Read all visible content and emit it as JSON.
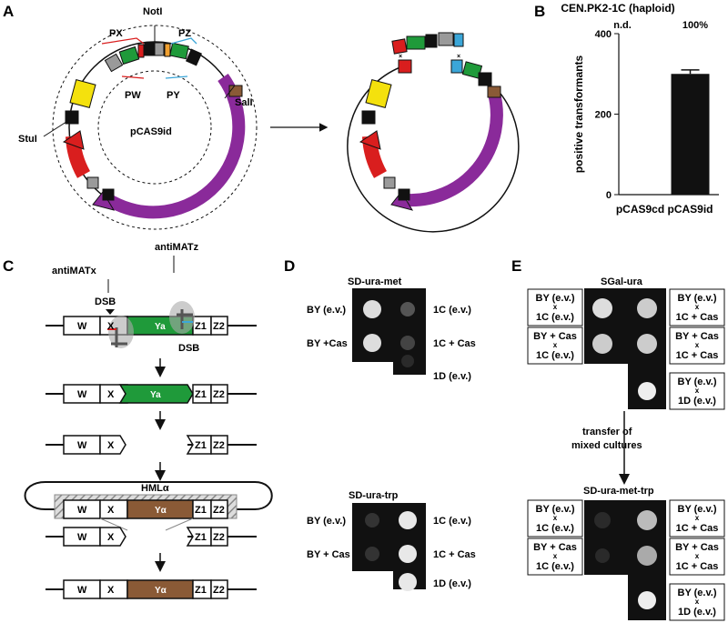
{
  "panels": {
    "A": {
      "letter": "A",
      "labels": {
        "notl": "NotI",
        "px": "PX",
        "pz": "PZ",
        "pw": "PW",
        "py": "PY",
        "sall": "SalI",
        "stul": "StuI",
        "plasmid": "pCAS9id"
      }
    },
    "B": {
      "letter": "B",
      "title": "CEN.PK2-1C (haploid)",
      "annot_left": "n.d.",
      "annot_right": "100%"
    },
    "C": {
      "letter": "C",
      "anti_x": "antiMATx",
      "anti_z": "antiMATz",
      "dsb1": "DSB",
      "dsb2": "DSB",
      "hml": "HMLα",
      "w": "W",
      "x": "X",
      "z1": "Z1",
      "z2": "Z2",
      "ya": "Ya",
      "yalpha": "Yα"
    },
    "D": {
      "letter": "D",
      "top_title": "SD-ura-met",
      "top_left": [
        "BY (e.v.)",
        "BY +Cas"
      ],
      "top_right": [
        "1C (e.v.)",
        "1C + Cas",
        "1D (e.v.)"
      ],
      "bottom_title": "SD-ura-trp",
      "bottom_left": [
        "BY (e.v.)",
        "BY + Cas"
      ],
      "bottom_right": [
        "1C (e.v.)",
        "1C + Cas",
        "1D (e.v.)"
      ]
    },
    "E": {
      "letter": "E",
      "top_title": "SGal-ura",
      "bottom_title": "SD-ura-met-trp",
      "transfer": [
        "transfer of",
        "mixed cultures"
      ],
      "cross_x": "x",
      "left_boxes": [
        [
          "BY (e.v.)",
          "1C (e.v.)"
        ],
        [
          "BY + Cas",
          "1C (e.v.)"
        ]
      ],
      "right_boxes": [
        [
          "BY (e.v.)",
          "1C + Cas"
        ],
        [
          "BY + Cas",
          "1C + Cas"
        ],
        [
          "BY (e.v.)",
          "1D (e.v.)"
        ]
      ]
    }
  },
  "chart_data": {
    "type": "bar",
    "title": "CEN.PK2-1C (haploid)",
    "categories": [
      "pCAS9cd",
      "pCAS9id"
    ],
    "values": [
      0,
      300
    ],
    "error": [
      0,
      10
    ],
    "annotations": [
      "n.d.",
      "100%"
    ],
    "xlabel": "",
    "ylabel": "positive transformants",
    "ylim": [
      0,
      400
    ],
    "yticks": [
      0,
      200,
      400
    ],
    "grid": false,
    "bar_color": "#111111"
  },
  "colors": {
    "green": "#1f9a3a",
    "red": "#d91e1e",
    "purple": "#8a2a9a",
    "yellow": "#f4e10d",
    "brown": "#8a5a36",
    "gray": "#9a9a9a",
    "orange": "#f0a030",
    "blue": "#3ba6d8"
  }
}
